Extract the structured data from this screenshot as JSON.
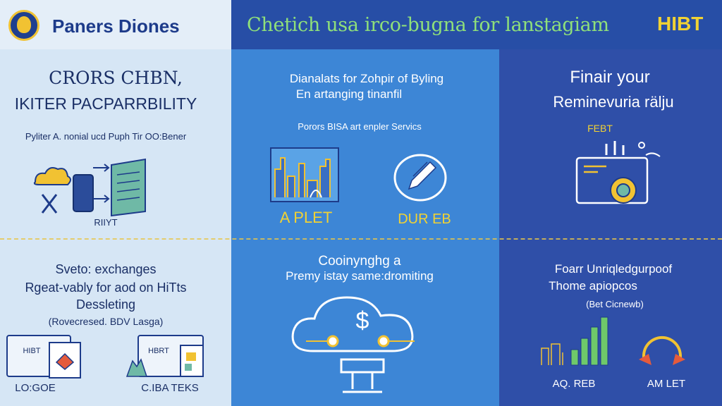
{
  "header": {
    "brand": "Paners Diones",
    "banner": "Chetich usa irco-bugna for lanstagiam",
    "banner_tag": "HIBT"
  },
  "panels": {
    "top_left": {
      "title_line1": "CRORS CHBN,",
      "title_line2": "IKITER PACPARRBILITY",
      "subtitle": "Pyliter A. nonial ucd Puph Tir OO:Bener",
      "caption": "RIIYT"
    },
    "top_center": {
      "title_line1": "Dianalats for Zohpir of Byling",
      "title_line2": "En artanging tinanfil",
      "subtitle": "Porors BISA art enpler Servics",
      "label_left": "A PLET",
      "label_right": "DUR EB"
    },
    "top_right": {
      "title_line1": "Finair your",
      "title_line2": "Reminevuria rälju",
      "label": "FEBT"
    },
    "bottom_left": {
      "title_line1": "Sveto: exchanges",
      "title_line2": "Rgeat-vably for aod on HiTts",
      "title_line3": "Dessleting",
      "note": "(Rovecresed. BDV Lasga)",
      "card_left": "HIBT",
      "card_right": "HBRT",
      "label_left": "LO:GOE",
      "label_right": "C.IBA TEKS"
    },
    "bottom_center": {
      "title_line1": "Cooinynghg a",
      "title_line2": "Premy istay same:dromiting",
      "symbol": "$"
    },
    "bottom_right": {
      "title_line1": "Foarr Unriqledgurpoof",
      "title_line2": "Thome apiopcos",
      "note": "(Bet Cicnewb)",
      "label_left": "AQ. REB",
      "label_right": "AM LET"
    }
  },
  "colors": {
    "accent_yellow": "#f1d233",
    "navy": "#1d3b8a",
    "mid_blue": "#3d86d6",
    "deep_blue": "#2f4fa8",
    "green": "#8fe07a"
  }
}
